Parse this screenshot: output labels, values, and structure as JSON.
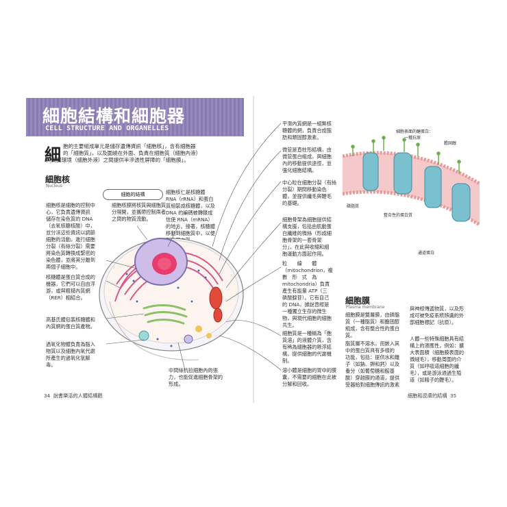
{
  "left_page": {
    "title_zh": "細胞結構和細胞器",
    "title_en": "CELL STRUCTURE AND ORGANELLES",
    "intro_char": "細",
    "intro_lines": [
      "胞的主要組成單元是儲存遺傳資訊「細胞核」，含有細胞器",
      "的「細胞質」，以及圍繞在外面、負責在細胞質（細胞內液）",
      "與周圍環境（細胞外液）之間提供半滲透性屏障的「細胞膜」。"
    ],
    "nucleus_heading": "細胞核",
    "nucleus_heading_en": "Nucleus",
    "cell_structure_label": "細胞的結構",
    "col1_block1": [
      "細胞核是細胞的控制中",
      "心，它負責遺傳資訊",
      "儲存在染色質的 DNA",
      "（去氧核糖核酸）中，",
      "並分派這些資訊以調節",
      "細胞的活動。進行細胞",
      "分裂（有絲分裂）需要",
      "將染色質轉換成緊密的",
      "染色體，並將其分離到",
      "兩個子細胞中。"
    ],
    "col1_block2": [
      "核糖體是蛋白質合成的",
      "機器，它們可以自由浮",
      "游，或與粗糙內質網",
      "（RER）相結合。"
    ],
    "col1_block3": [
      "高基氏體包裝核糖體和",
      "內質網的蛋白質產物。"
    ],
    "col1_block4": [
      "過氧化物體負責為脂入",
      "物質以及細胞內氧代謝",
      "所產生的過氧化氫解",
      "毒。"
    ],
    "col2_block1": [
      "細胞核膜將核質與細胞質",
      "分隔開，並攜帶控制兩者",
      "之間的物質流動。"
    ],
    "col3_block1": [
      "細胞核仁是核糖體",
      "RNA（rRNA）和蛋白",
      "質組裝成核糖體，以及",
      "DNA 的編碼被轉錄成",
      "信使 RNA（mRNA）",
      "的地方。接著，核糖體",
      "移動到細胞質中，以便",
      "製造蛋白質。"
    ],
    "bottom_block": [
      "中間絲抗拉細胞內的張",
      "力，也能促進細胞骨架的",
      "形成。"
    ],
    "footer_num": "34",
    "footer_text": "說書樂活的人體結構觀"
  },
  "right_page": {
    "mid_col": [
      {
        "lines": [
          "平滑內質網是一組無核",
          "糖體的網，負責合成脂",
          "肪和類固醇激素。"
        ]
      },
      {
        "lines": [
          "微管是直柱形結構，由",
          "微管蛋白組成，與細胞",
          "內的移動提供途徑，並",
          "強化細胞結構。"
        ]
      },
      {
        "lines": [
          "中心粒在細胞分裂（有絲",
          "分裂）期間移動染色",
          "體，並提供纖毛與鞭毛",
          "的基礎。"
        ]
      },
      {
        "lines": [
          "細胞骨架為細胞提供結",
          "構支援，包括由肌動蛋",
          "白纖維的微絲（形成細",
          "胞骨架的一套骨架",
          "分」，在此與收縮和細",
          "胞運動方面起作用。"
        ]
      },
      {
        "lines": [
          "粒　　線　　體",
          "（mitochondrion，複",
          "數　形　式　為",
          "mitochondria）負責",
          "產生有能量 ATP（三",
          "磷酸腺苷）。它有自己",
          "的 DNA，據說曾經是",
          "一種獨立生存的微生",
          "物，與現代細胞的細胞",
          "共生。"
        ]
      },
      {
        "lines": [
          "細胞質是一種稱為「胞",
          "質溶」的液體介質，含",
          "有稀為細胞器的懸浮結",
          "構，提供細胞的代謝機",
          "制。"
        ]
      },
      {
        "lines": [
          "溶小體是細胞的胃中的膜",
          "囊，不需要的細胞在此被",
          "分解和回收。"
        ]
      }
    ],
    "membrane_labels": {
      "glycoprotein": "細胞表面的醣蛋白：",
      "glycoprotein2": "一種抗原",
      "phospholipid": "磷脂質",
      "cholesterol": "膽固醇",
      "integral_protein": "整合性的蛋白質",
      "channel_protein": "通道蛋白"
    },
    "membrane_heading": "細胞膜",
    "membrane_heading_en": "Plasma membrane",
    "membrane_col1_a": [
      "細胞膜是雙層膜，由磷脂",
      "質（一種脂質）和膽固醇",
      "組成，含有整合性的蛋白",
      "質。"
    ],
    "membrane_col1_b": [
      "脂質層不溶水，而嵌入其",
      "中的蛋白質具有多樣的",
      "功能，包括：提供水和離",
      "子（如鈉、鉀和鈣）以及",
      "養分（如葡萄糖和胺基",
      "酸）穿越膜的通道，提供",
      "受器給對細胞傳訊的激素"
    ],
    "membrane_col2_a": [
      "與神經傳遞物質，以及形",
      "成可被免疫系統辨識的外",
      "部細胞標記（抗原）。"
    ],
    "membrane_col2_b": [
      "人體一些特殊細胞具有結",
      "構上的適應性，例如：擴",
      "大表面積（細胞膜表面的",
      "微絨毛），移動周圍的介",
      "質（如呼吸道細胞的纖",
      "毛），或是游泳通過生殖",
      "道（如精子的鞭毛）。"
    ],
    "footer_text": "細胞和皮膚的結構",
    "footer_num": "35"
  }
}
